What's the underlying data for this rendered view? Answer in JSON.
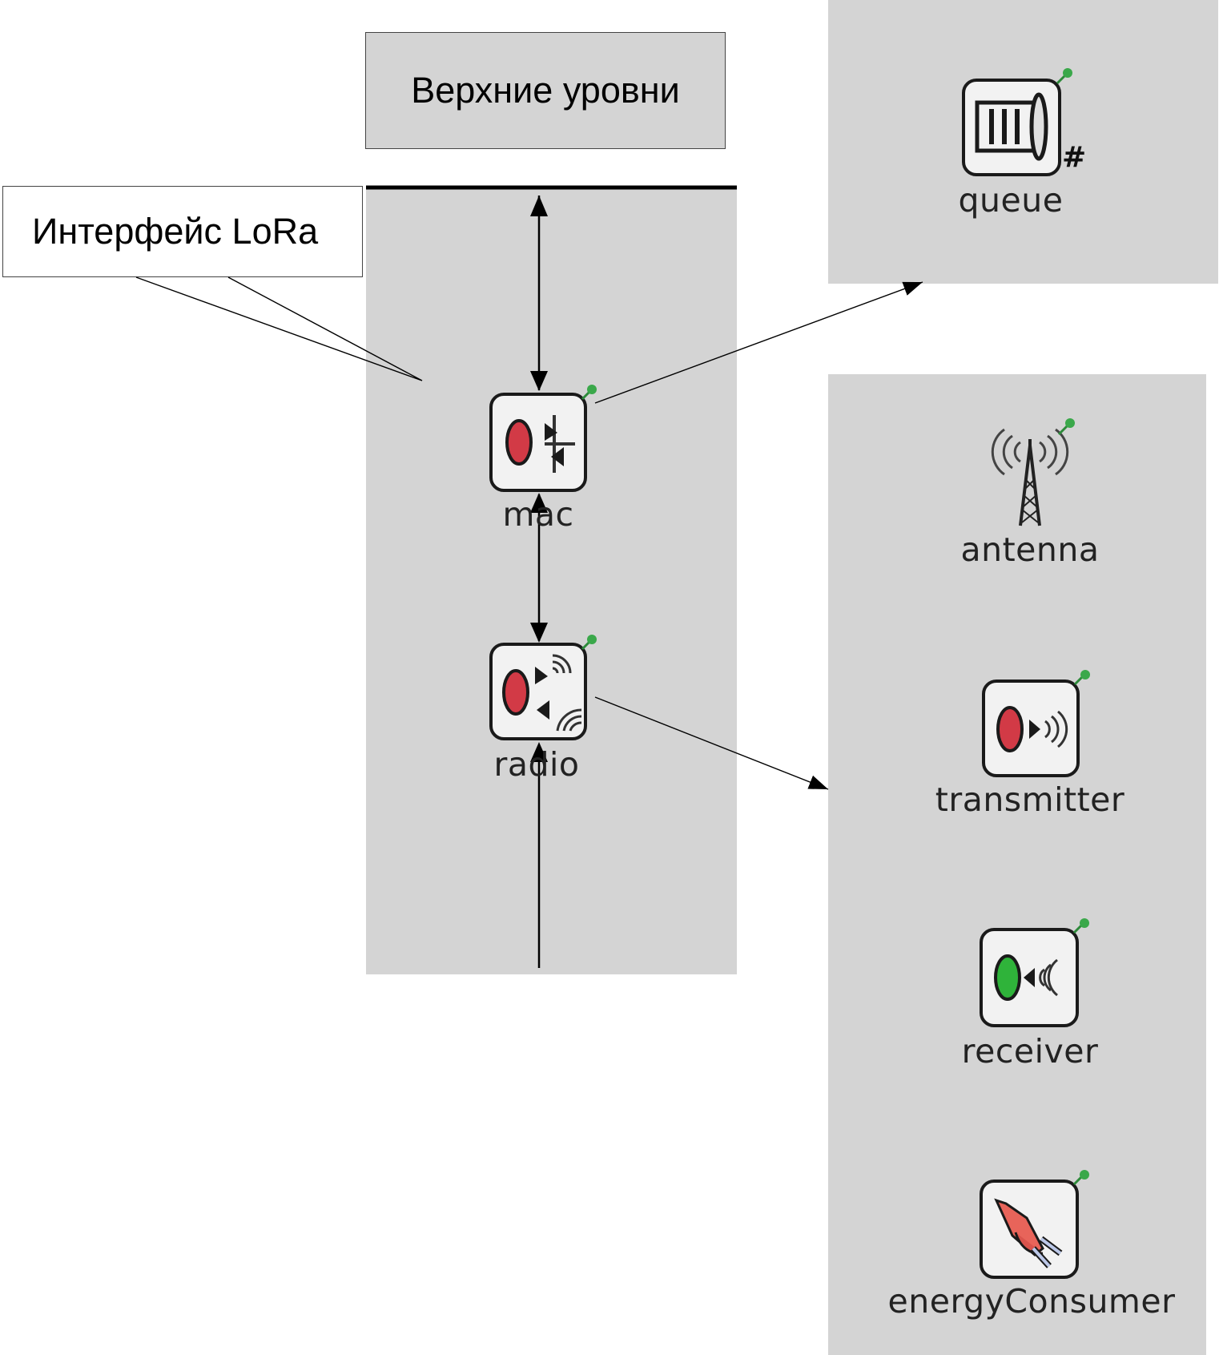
{
  "diagram": {
    "upper_layers_label": "Верхние уровни",
    "callout_label": "Интерфейс LoRa",
    "modules": {
      "queue": "queue",
      "mac": "mac",
      "radio": "radio",
      "antenna": "antenna",
      "transmitter": "transmitter",
      "receiver": "receiver",
      "energy_consumer": "energyConsumer"
    },
    "queue_badge": "#",
    "colors": {
      "panel": "#d4d4d4",
      "led_red": "#d23a46",
      "led_green": "#2fb33a",
      "pin_green": "#3aa84a",
      "plug_red": "#e8645a"
    }
  }
}
